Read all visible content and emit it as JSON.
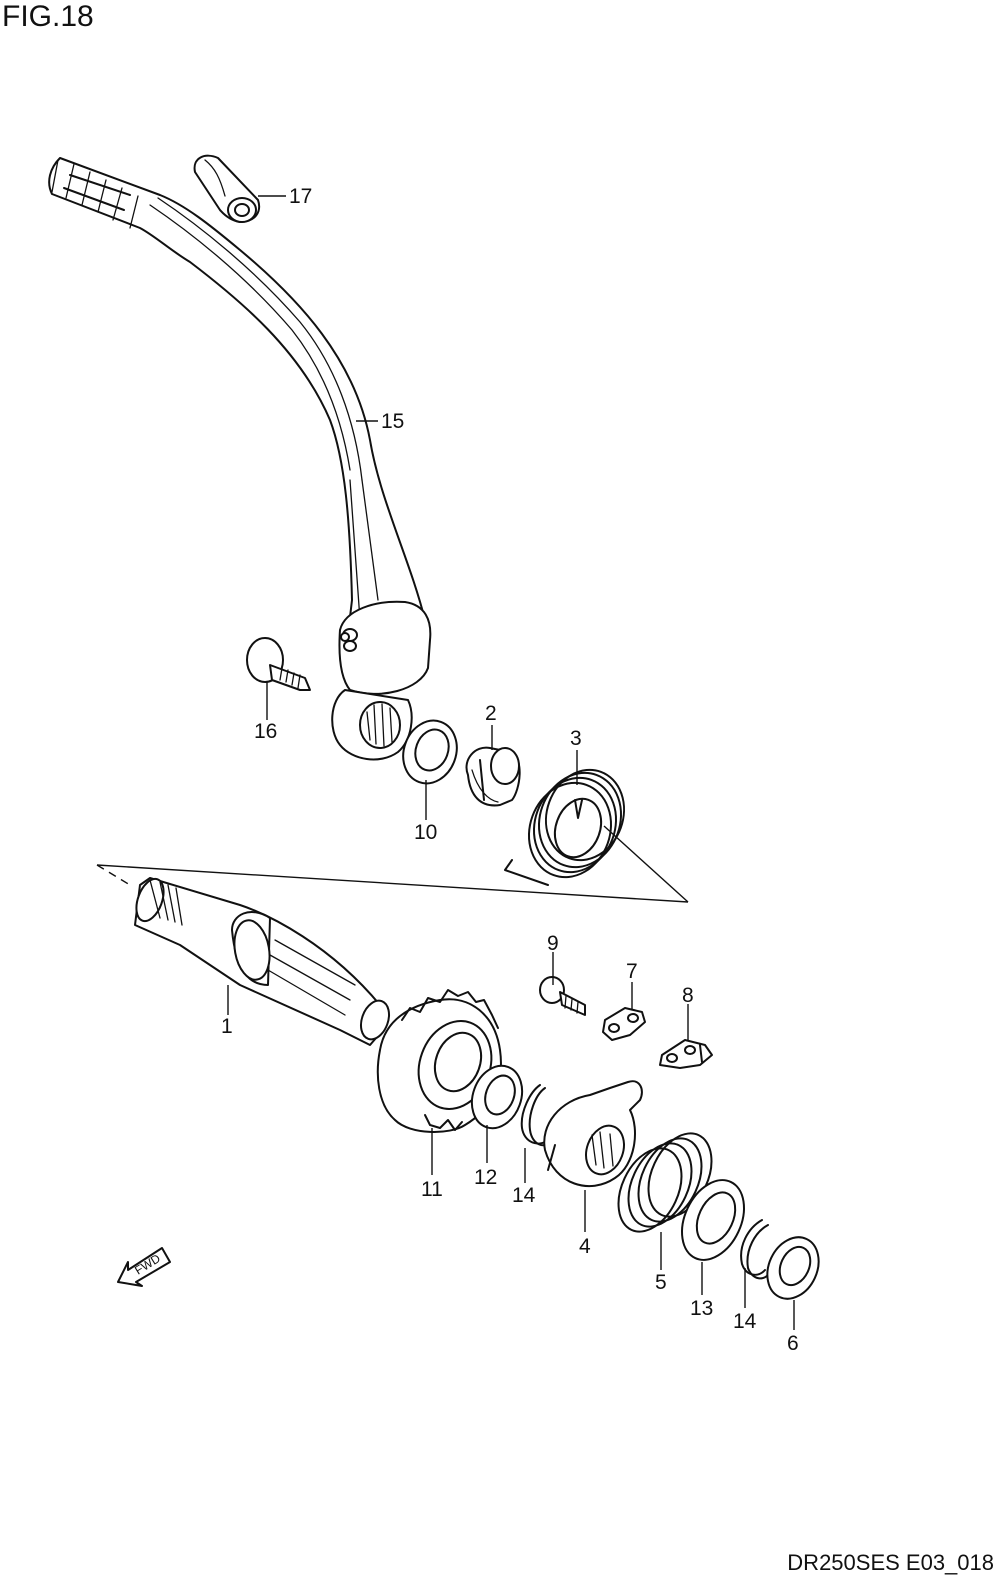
{
  "figure": {
    "title": "FIG.18",
    "code": "DR250SES E03_018",
    "fwd_label": "FWD"
  },
  "callouts": {
    "c1": "1",
    "c2": "2",
    "c3": "3",
    "c4": "4",
    "c5": "5",
    "c6": "6",
    "c7": "7",
    "c8": "8",
    "c9": "9",
    "c10": "10",
    "c11": "11",
    "c12": "12",
    "c13": "13",
    "c14a": "14",
    "c14b": "14",
    "c15": "15",
    "c16": "16",
    "c17": "17"
  }
}
